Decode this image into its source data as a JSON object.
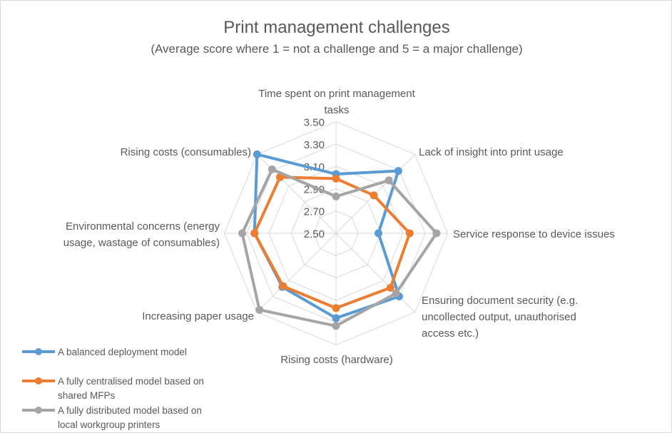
{
  "chart_data": {
    "type": "radar",
    "title": "Print management challenges",
    "subtitle": "(Average score where 1 = not a challenge and 5 = a major challenge)",
    "categories": [
      [
        "Time spent on print management",
        "tasks"
      ],
      [
        "Lack of insight into print usage"
      ],
      [
        "Service response to device issues"
      ],
      [
        "Ensuring document security (e.g.",
        "uncollected output, unauthorised",
        "access etc.)"
      ],
      [
        "Rising costs (hardware)"
      ],
      [
        "Increasing paper usage"
      ],
      [
        "Environmental concerns (energy",
        "usage, wastage of consumables)"
      ],
      [
        "Rising costs (consumables)"
      ]
    ],
    "axis": {
      "min": 2.5,
      "max": 3.5,
      "step": 0.2,
      "tick_labels": [
        "2.50",
        "2.70",
        "2.90",
        "3.10",
        "3.30",
        "3.50"
      ]
    },
    "series": [
      {
        "name": [
          "A balanced deployment model"
        ],
        "color": "#5B9BD5",
        "values": [
          3.03,
          3.29,
          2.88,
          3.3,
          3.26,
          3.18,
          3.23,
          3.5
        ]
      },
      {
        "name": [
          "A fully centralised model based on",
          "shared MFPs"
        ],
        "color": "#ED7D31",
        "values": [
          2.99,
          2.98,
          3.16,
          3.19,
          3.17,
          3.17,
          3.23,
          3.21
        ]
      },
      {
        "name": [
          "A fully distributed model based on",
          "local workgroup printers"
        ],
        "color": "#A5A5A5",
        "values": [
          2.83,
          3.17,
          3.4,
          3.26,
          3.33,
          3.47,
          3.34,
          3.31
        ]
      }
    ],
    "legend_position": "bottom-left"
  }
}
